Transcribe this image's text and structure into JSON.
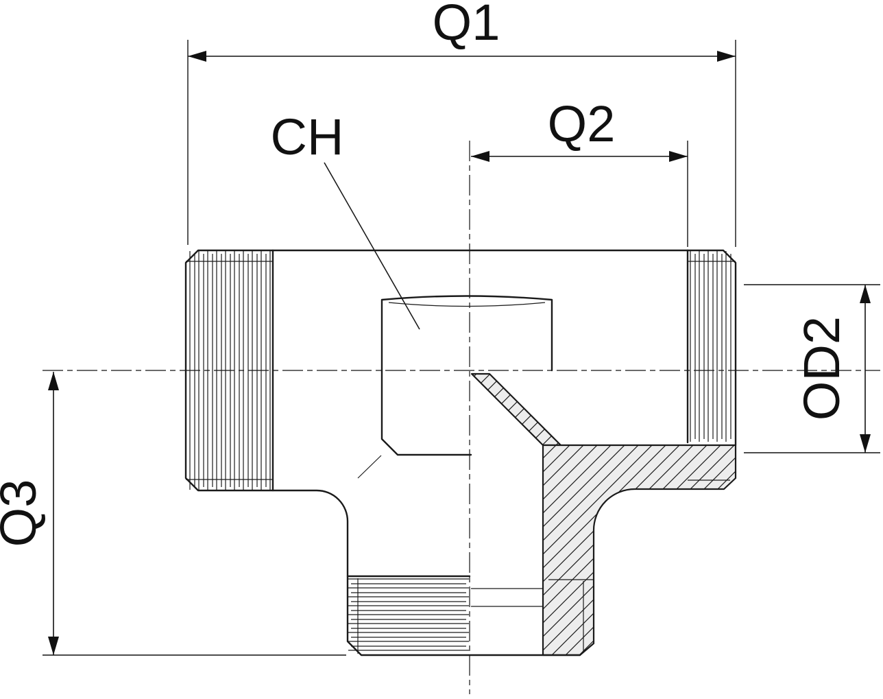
{
  "drawing": {
    "labels": {
      "q1": "Q1",
      "q2": "Q2",
      "q3": "Q3",
      "od2": "OD2",
      "ch": "CH"
    },
    "colors": {
      "background": "#ffffff",
      "line": "#1a1a1a",
      "section_fill": "#ededed"
    }
  }
}
